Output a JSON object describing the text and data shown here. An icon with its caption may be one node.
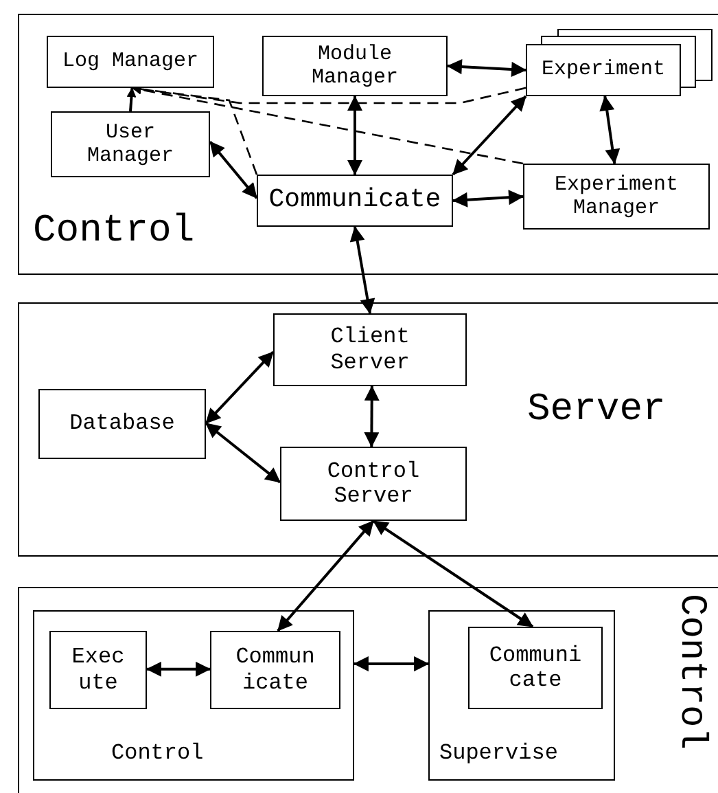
{
  "diagram": {
    "nodes": [
      {
        "text": [
          "Control"
        ]
      },
      {
        "text": [
          "Log Manager"
        ],
        "in": 0
      },
      {
        "text": [
          "Module Manager"
        ],
        "in": 0
      },
      {
        "text": [
          "Experiment"
        ],
        "in": 0
      },
      {
        "text": [
          "User Manager"
        ],
        "in": 0
      },
      {
        "text": [
          "Communicate"
        ],
        "in": 0
      },
      {
        "text": [
          "Experiment Manager"
        ],
        "in": 0
      },
      {
        "text": [
          "Server"
        ]
      },
      {
        "text": [
          "Client Server"
        ],
        "in": 7
      },
      {
        "text": [
          "Database"
        ],
        "in": 7
      },
      {
        "text": [
          "Control Server"
        ],
        "in": 7
      },
      {
        "text": [
          "Control"
        ]
      },
      {
        "text": [
          "Control"
        ],
        "in": 11
      },
      {
        "text": [
          "Exec ute"
        ],
        "in": 12
      },
      {
        "text": [
          "Commun icate"
        ],
        "in": 12
      },
      {
        "text": [
          "Supervise"
        ],
        "in": 11
      },
      {
        "text": [
          "Communi cate"
        ],
        "in": 15
      }
    ],
    "edges": [
      {
        "from": 3,
        "to": 1,
        "arrow": "to",
        "style": "dashed"
      },
      {
        "from": 6,
        "to": 1,
        "arrow": "to",
        "style": "dashed"
      },
      {
        "from": 5,
        "to": 1,
        "arrow": "to",
        "style": "dashed"
      },
      {
        "from": 4,
        "to": 1,
        "arrow": "to"
      },
      {
        "from": 2,
        "to": 3,
        "arrow": "both"
      },
      {
        "from": 2,
        "to": 5,
        "arrow": "both"
      },
      {
        "from": 3,
        "to": 5,
        "arrow": "both"
      },
      {
        "from": 3,
        "to": 6,
        "arrow": "both"
      },
      {
        "from": 5,
        "to": 6,
        "arrow": "both"
      },
      {
        "from": 4,
        "to": 5,
        "arrow": "both"
      },
      {
        "from": 5,
        "to": 8,
        "arrow": "both"
      },
      {
        "from": 9,
        "to": 8,
        "arrow": "both"
      },
      {
        "from": 9,
        "to": 10,
        "arrow": "both"
      },
      {
        "from": 8,
        "to": 10,
        "arrow": "both"
      },
      {
        "from": 10,
        "to": 14,
        "arrow": "both"
      },
      {
        "from": 10,
        "to": 16,
        "arrow": "both"
      },
      {
        "from": 12,
        "to": 15,
        "arrow": "both"
      },
      {
        "from": 13,
        "to": 14,
        "arrow": "both"
      }
    ]
  }
}
